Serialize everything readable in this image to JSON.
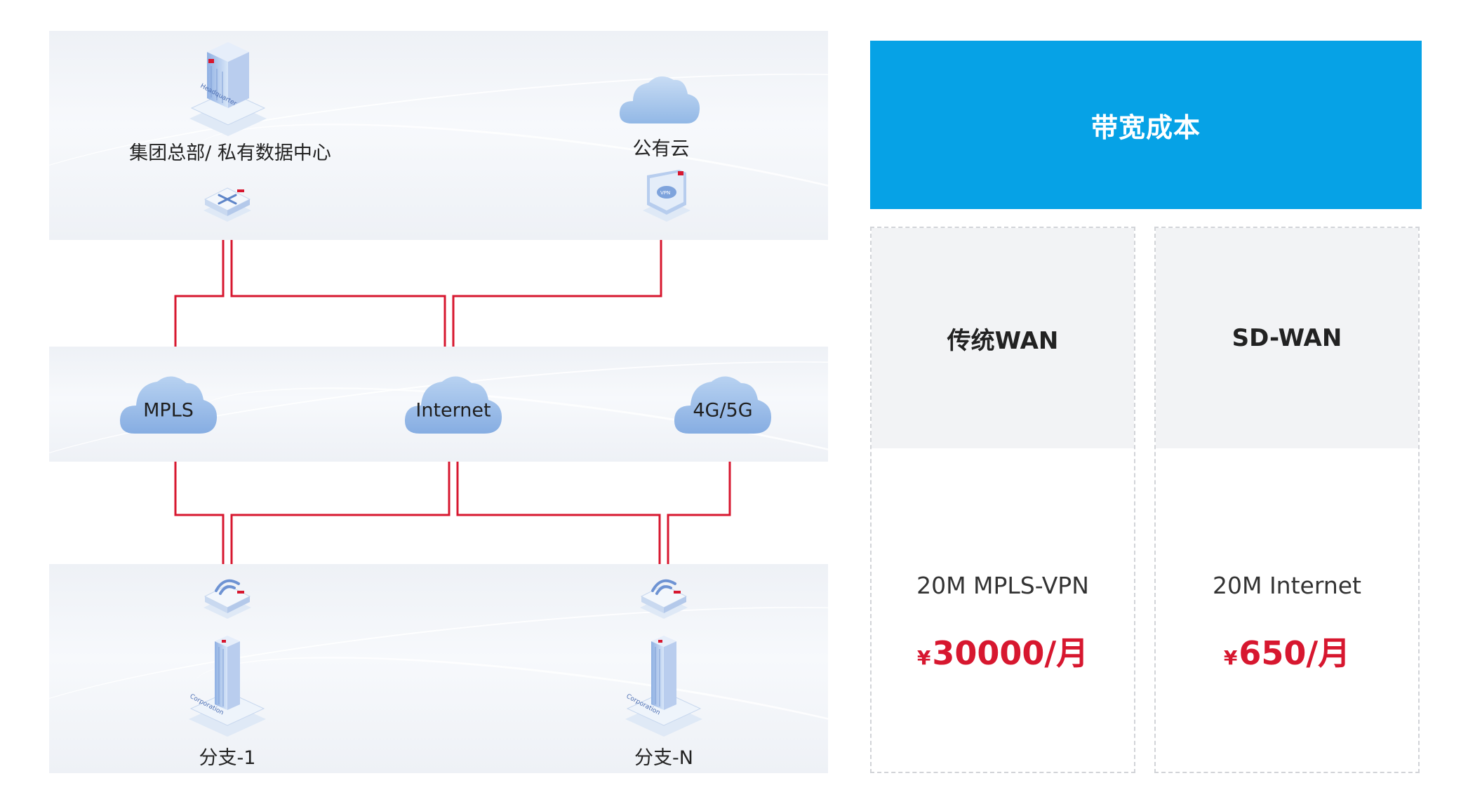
{
  "diagram": {
    "nodes": {
      "headquarters": "集团总部/ 私有数据中心",
      "public_cloud": "公有云",
      "branch_1": "分支-1",
      "branch_n": "分支-N"
    },
    "networks": {
      "mpls": "MPLS",
      "internet": "Internet",
      "mobile": "4G/5G"
    },
    "icon_text": {
      "headquarter_sign": "Headquarter",
      "corporation_sign": "Corporation"
    },
    "line_color": "#d7172f"
  },
  "cost_table": {
    "title": "带宽成本",
    "header_color": "#06a2e6",
    "columns": [
      {
        "title": "传统WAN",
        "description": "20M MPLS-VPN",
        "currency": "¥",
        "price": "30000/月"
      },
      {
        "title": "SD-WAN",
        "description": "20M Internet",
        "currency": "¥",
        "price": "650/月"
      }
    ],
    "price_color": "#d7172f"
  }
}
